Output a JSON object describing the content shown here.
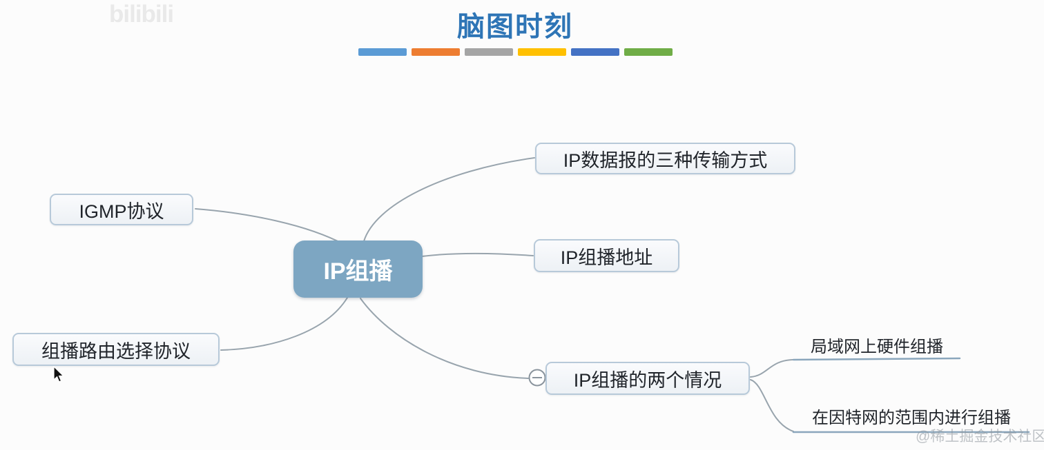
{
  "watermarks": {
    "top_left": "bilibili",
    "bottom_right": "@稀土掘金技术社区"
  },
  "header": {
    "title": "脑图时刻",
    "title_color": "#2e75b6",
    "bar_colors": [
      "#5b9bd5",
      "#ed7d31",
      "#a5a5a5",
      "#ffc000",
      "#4472c4",
      "#70ad47"
    ]
  },
  "mindmap": {
    "root": {
      "label": "IP组播",
      "fill": "#7da6c2",
      "text_color": "#ffffff"
    },
    "nodes": {
      "igmp": {
        "label": "IGMP协议"
      },
      "multicast_routing": {
        "label": "组播路由选择协议"
      },
      "ip_datagram_modes": {
        "label": "IP数据报的三种传输方式"
      },
      "ip_multicast_address": {
        "label": "IP组播地址"
      },
      "two_cases": {
        "label": "IP组播的两个情况"
      }
    },
    "sub_nodes": {
      "lan_hardware": {
        "label": "局域网上硬件组播"
      },
      "internet_scope": {
        "label": "在因特网的范围内进行组播"
      }
    },
    "collapse_icon": "minus-circle",
    "edge_color": "#98a4ad"
  }
}
